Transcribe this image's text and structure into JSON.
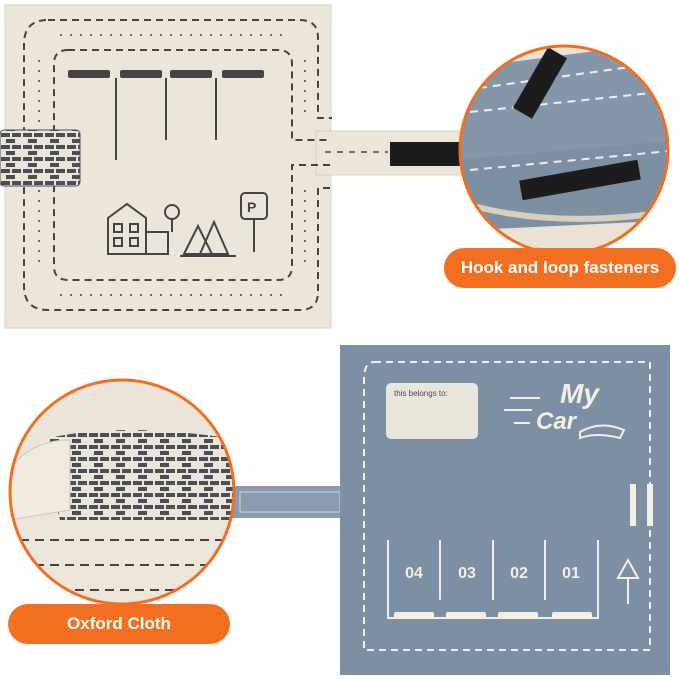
{
  "callouts": {
    "top": "Hook and loop fasteners",
    "bottom": "Oxford Cloth"
  },
  "blue_mat": {
    "label_text": "this belongs to:",
    "logo_line1": "My",
    "logo_line2": "Car",
    "parking_slots": [
      "04",
      "03",
      "02",
      "01"
    ]
  },
  "colors": {
    "canvas": "#ece6da",
    "blue_canvas": "#7d8fa2",
    "accent_orange": "#f26f22",
    "ink": "#3b3b3b",
    "velcro": "#1c1c1c"
  }
}
